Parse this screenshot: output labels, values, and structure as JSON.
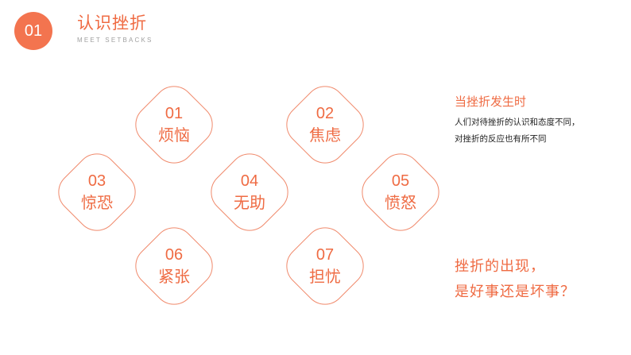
{
  "header": {
    "number": "01",
    "title": "认识挫折",
    "subtitle": "MEET SETBACKS"
  },
  "tiles": [
    {
      "num": "01",
      "label": "烦恼"
    },
    {
      "num": "02",
      "label": "焦虑"
    },
    {
      "num": "03",
      "label": "惊恐"
    },
    {
      "num": "04",
      "label": "无助"
    },
    {
      "num": "05",
      "label": "愤怒"
    },
    {
      "num": "06",
      "label": "紧张"
    },
    {
      "num": "07",
      "label": "担忧"
    }
  ],
  "side": {
    "title": "当挫折发生时",
    "desc_line1": "人们对待挫折的认识和态度不同，",
    "desc_line2": "对挫折的反应也有所不同"
  },
  "question": {
    "line1": "挫折的出现，",
    "line2": "是好事还是坏事？"
  },
  "colors": {
    "accent": "#ef6b43",
    "circle": "#f3744f",
    "tile_border": "#f08a6c"
  }
}
